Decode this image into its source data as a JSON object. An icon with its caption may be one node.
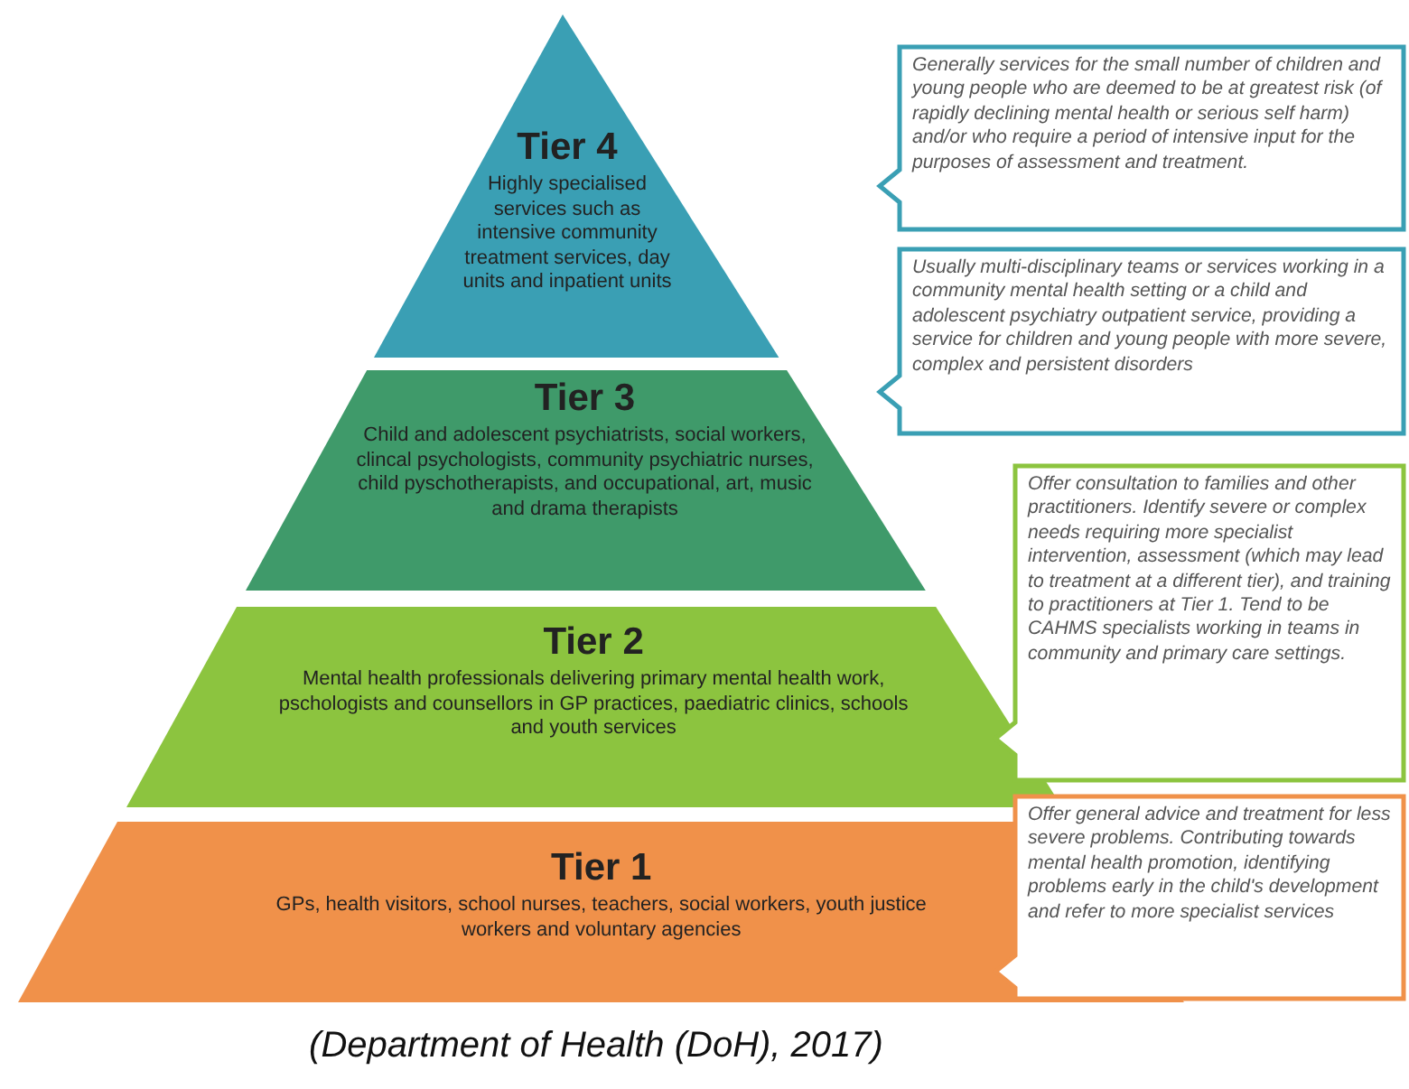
{
  "diagram": {
    "caption": "(Department of Health (DoH), 2017)",
    "nodes": [
      {
        "text": [
          "Tier 4",
          "Highly specialised services such as intensive community treatment services, day units and inpatient units"
        ]
      },
      {
        "text": [
          "Generally services for the small number of children and young people who are deemed to be at greatest risk (of rapidly declining mental health or serious self harm) and/or who require a period of intensive input for the purposes of assessment and treatment."
        ]
      },
      {
        "text": [
          "Tier 3",
          "Child and adolescent psychiatrists, social workers, clincal psychologists, community psychiatric nurses, child pyschotherapists, and occupational, art, music and drama therapists"
        ]
      },
      {
        "text": [
          "Usually multi-disciplinary teams or services working in a community mental health setting or a child and adolescent psychiatry outpatient service, providing a service for children and young people with more severe, complex and persistent disorders"
        ]
      },
      {
        "text": [
          "Tier 2",
          "Mental health professionals delivering primary mental health work, pschologists and counsellors in GP practices, paediatric clinics, schools and youth services"
        ]
      },
      {
        "text": [
          "Offer consultation to families and other practitioners. Identify severe or complex needs requiring more specialist intervention, assessment (which may lead to treatment at a different tier), and training to practitioners at Tier 1. Tend to be CAHMS specialists working in teams in community and primary care settings."
        ]
      },
      {
        "text": [
          "Tier 1",
          "GPs, health visitors, school nurses, teachers, social workers, youth justice workers and voluntary agencies"
        ]
      },
      {
        "text": [
          "Offer general advice and treatment for less severe problems. Contributing towards mental health promotion, identifying problems early in the child's development and refer to more specialist services"
        ]
      }
    ],
    "edges": []
  }
}
